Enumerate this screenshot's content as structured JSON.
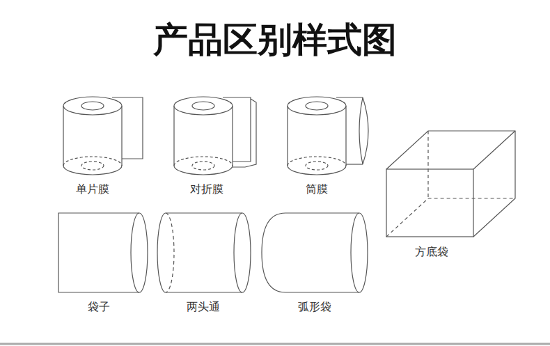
{
  "diagram": {
    "title": "产品区别样式图",
    "labels": [
      "单片膜",
      "对折膜",
      "筒膜",
      "方底袋",
      "袋子",
      "两头通",
      "弧形袋"
    ]
  }
}
